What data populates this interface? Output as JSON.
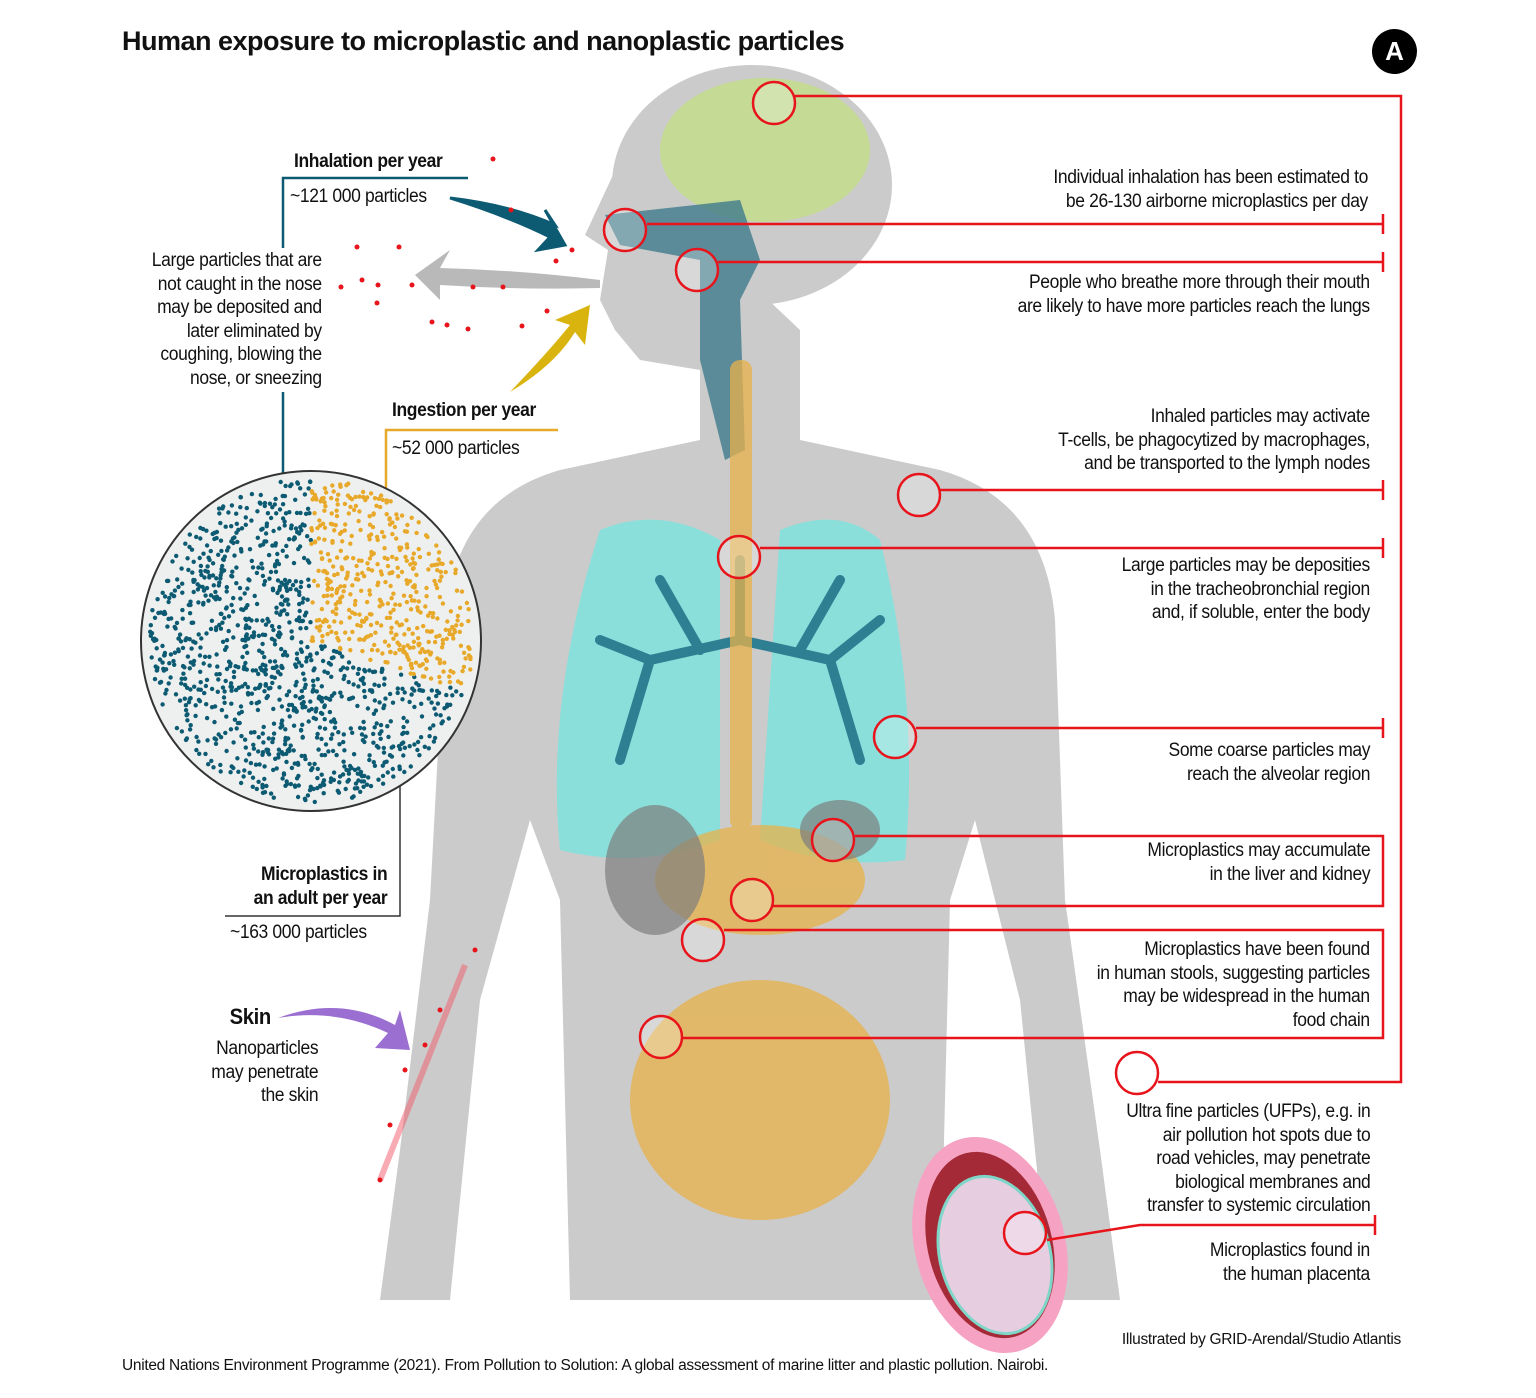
{
  "title": "Human exposure to microplastic and nanoplastic particles",
  "badge": "A",
  "inhalation": {
    "label": "Inhalation per year",
    "value": "~121 000 particles"
  },
  "ingestion": {
    "label": "Ingestion per year",
    "value": "~52 000 particles"
  },
  "total": {
    "label_1": "Microplastics in",
    "label_2": "an adult per year",
    "value": "~163 000 particles"
  },
  "large_particles_note": [
    "Large particles that are",
    "not caught in the nose",
    "may be deposited and",
    "later eliminated by",
    "coughing, blowing the",
    "nose, or sneezing"
  ],
  "skin": {
    "label": "Skin",
    "note": [
      "Nanoparticles",
      "may penetrate",
      "the skin"
    ]
  },
  "annotations": [
    [
      "Individual inhalation has been estimated to",
      "be 26-130 airborne microplastics per day"
    ],
    [
      "People who breathe more through their mouth",
      "are likely to have more particles reach the lungs"
    ],
    [
      "Inhaled particles may activate",
      "T-cells, be phagocytized by macrophages,",
      "and be transported to the lymph nodes"
    ],
    [
      "Large particles may be deposities",
      "in the tracheobronchial region",
      "and, if soluble, enter the body"
    ],
    [
      "Some coarse particles may",
      "reach the alveolar region"
    ],
    [
      "Microplastics may accumulate",
      "in the liver and kidney"
    ],
    [
      "Microplastics have been found",
      "in human stools, suggesting particles",
      "may be widespread in the human",
      "food chain"
    ],
    [
      "Ultra fine particles (UFPs), e.g. in",
      "air pollution hot spots due to",
      "road vehicles, may penetrate",
      "biological membranes and",
      "transfer to systemic circulation"
    ],
    [
      "Microplastics found in",
      "the human placenta"
    ]
  ],
  "credit": "Illustrated by GRID-Arendal/Studio Atlantis",
  "source": "United Nations Environment Programme (2021). From Pollution to Solution: A global assessment of marine litter and plastic pollution. Nairobi.",
  "colors": {
    "red": "#e8141b",
    "teal": "#0d5a73",
    "orange": "#e8a92a",
    "purple": "#9b6fd1",
    "body": "#c9c9c9"
  },
  "pie_shares": {
    "inhalation": 121000,
    "ingestion": 52000
  }
}
